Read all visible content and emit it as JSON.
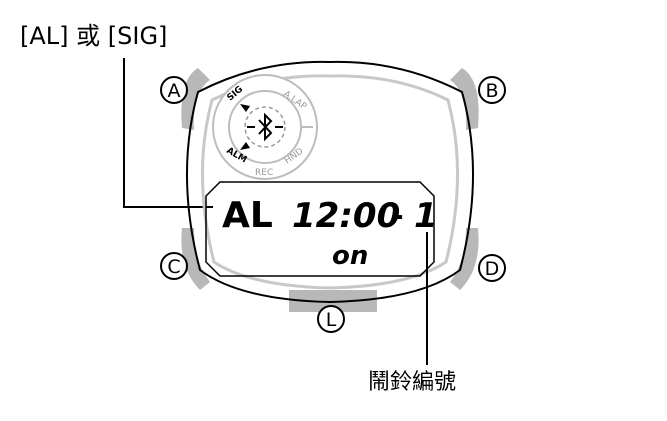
{
  "callouts": {
    "top_label": "[AL] 或 [SIG]",
    "bottom_label": "鬧鈴編號"
  },
  "buttons": {
    "a": "A",
    "b": "B",
    "c": "C",
    "d": "D",
    "l": "L"
  },
  "mode_dial": {
    "sig": "SIG",
    "alap": "A.LAP",
    "alm": "ALM",
    "rec": "REC",
    "hnd": "HND",
    "center_icon": "bluetooth-icon"
  },
  "lcd": {
    "mode": "AL",
    "time": "12:00",
    "dash": "-",
    "alarm_number": "1",
    "state": "on"
  },
  "colors": {
    "line": "#000000",
    "button_fill": "#b8b8b8",
    "bezel_gray": "#c8c8c8",
    "dial_gray": "#bdbdbd"
  }
}
